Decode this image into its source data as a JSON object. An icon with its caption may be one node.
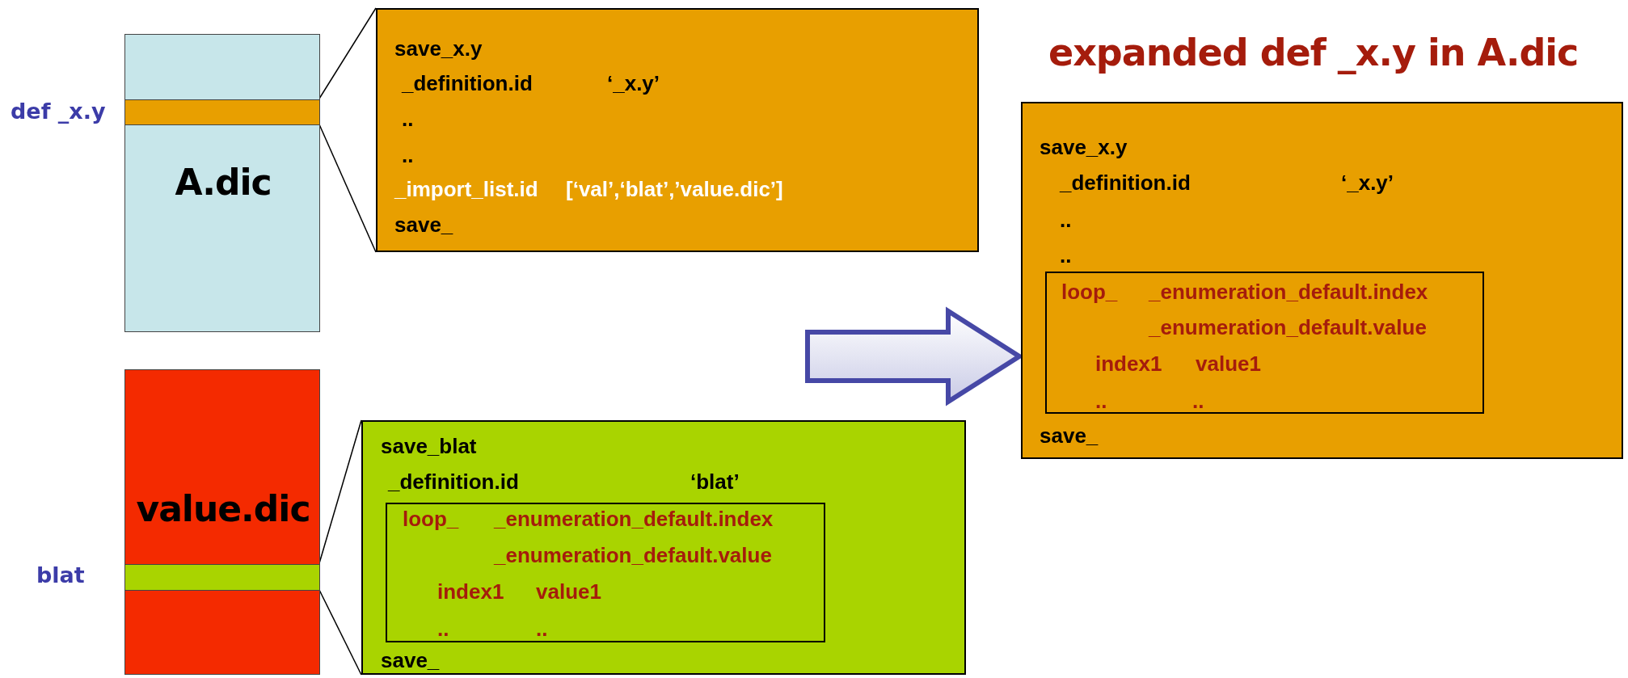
{
  "diagram": {
    "title": "expanded def _x.y in A.dic",
    "nodes": [
      {
        "text": [
          "A.dic"
        ]
      },
      {
        "text": [],
        "shape": "bar",
        "in": 0,
        "beside": [
          "def _x.y"
        ]
      },
      {
        "text": [
          "save_x.y",
          "_definition.id",
          "‘_x.y’",
          "..",
          "..",
          "_import_list.id",
          "[‘val’,‘blat’,’value.dic’]",
          "save_"
        ]
      },
      {
        "text": [
          "value.dic"
        ]
      },
      {
        "text": [],
        "shape": "bar",
        "in": 3,
        "beside": [
          "blat"
        ]
      },
      {
        "text": [
          "save_blat",
          "_definition.id",
          "‘blat’",
          "save_"
        ]
      },
      {
        "text": [
          "loop_",
          "_enumeration_default.index",
          "_enumeration_default.value",
          "index1",
          "value1",
          "..",
          ".."
        ],
        "in": 5
      },
      {
        "text": [
          "save_x.y",
          "_definition.id",
          "‘_x.y’",
          "..",
          "..",
          "save_"
        ]
      },
      {
        "text": [
          "loop_",
          "_enumeration_default.index",
          "_enumeration_default.value",
          "index1",
          "value1",
          "..",
          ".."
        ],
        "in": 7
      }
    ],
    "edges": [
      {
        "from": 1,
        "to": 2,
        "arrow": "none"
      },
      {
        "from": 1,
        "to": 2,
        "arrow": "none"
      },
      {
        "from": 4,
        "to": 5,
        "arrow": "none"
      },
      {
        "from": 4,
        "to": 5,
        "arrow": "none"
      },
      {
        "from": null,
        "to": 7,
        "arrow": "to"
      }
    ]
  }
}
